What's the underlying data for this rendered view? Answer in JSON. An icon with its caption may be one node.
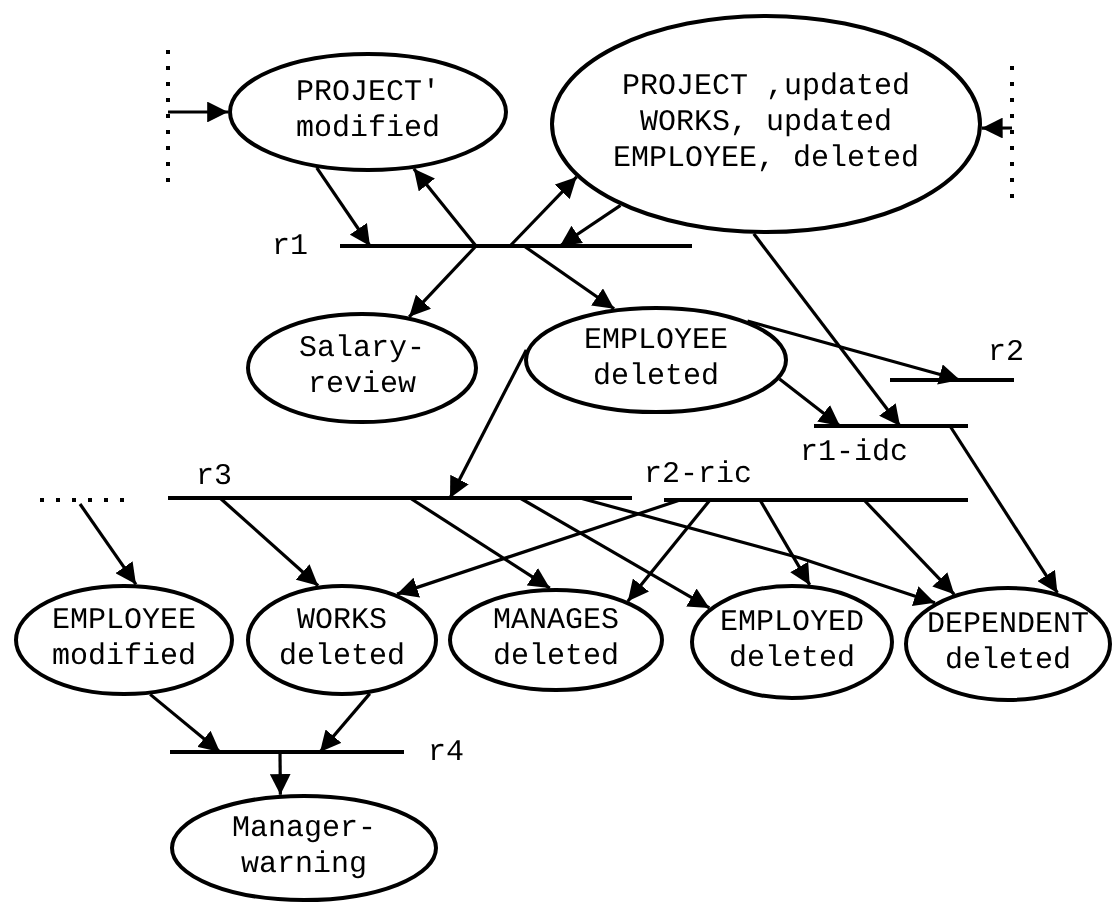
{
  "diagram": {
    "nodes": [
      {
        "text": [
          "PROJECT' modified"
        ]
      },
      {
        "text": [
          "PROJECT ,updated",
          "WORKS, updated",
          "EMPLOYEE, deleted"
        ]
      },
      {
        "text": [],
        "shape": "bar",
        "beside": [
          "r1"
        ]
      },
      {
        "text": [
          "Salary-review"
        ]
      },
      {
        "text": [
          "EMPLOYEE deleted"
        ]
      },
      {
        "text": [],
        "shape": "bar",
        "beside": [
          "r2"
        ]
      },
      {
        "text": [],
        "shape": "bar",
        "beside": [
          "r1-idc"
        ]
      },
      {
        "text": [],
        "shape": "bar",
        "beside": [
          "r3"
        ]
      },
      {
        "text": [],
        "shape": "bar",
        "beside": [
          "r2-ric"
        ]
      },
      {
        "text": [
          "EMPLOYEE modified"
        ]
      },
      {
        "text": [
          "WORKS deleted"
        ]
      },
      {
        "text": [
          "MANAGES deleted"
        ]
      },
      {
        "text": [
          "EMPLOYED deleted"
        ]
      },
      {
        "text": [
          "DEPENDENT deleted"
        ]
      },
      {
        "text": [],
        "shape": "bar",
        "beside": [
          "r4"
        ]
      },
      {
        "text": [
          "Manager-warning"
        ]
      }
    ],
    "edges": [
      {
        "from": null,
        "to": 0,
        "arrow": "to"
      },
      {
        "from": null,
        "to": 1,
        "arrow": "to"
      },
      {
        "from": 0,
        "to": 2,
        "arrow": "to"
      },
      {
        "from": 2,
        "to": 0,
        "arrow": "to"
      },
      {
        "from": 2,
        "to": 1,
        "arrow": "to"
      },
      {
        "from": 1,
        "to": 2,
        "arrow": "to"
      },
      {
        "from": 2,
        "to": 3,
        "arrow": "to"
      },
      {
        "from": 2,
        "to": 4,
        "arrow": "to"
      },
      {
        "from": 1,
        "to": 6,
        "arrow": "to"
      },
      {
        "from": 4,
        "to": 5,
        "arrow": "to"
      },
      {
        "from": 4,
        "to": 6,
        "arrow": "to"
      },
      {
        "from": 4,
        "to": 7,
        "arrow": "to"
      },
      {
        "from": 6,
        "to": 13,
        "arrow": "to"
      },
      {
        "from": null,
        "to": 9,
        "arrow": "to"
      },
      {
        "from": 7,
        "to": 10,
        "arrow": "to"
      },
      {
        "from": 7,
        "to": 11,
        "arrow": "to"
      },
      {
        "from": 7,
        "to": 12,
        "arrow": "to"
      },
      {
        "from": 7,
        "to": 13,
        "arrow": "to"
      },
      {
        "from": 8,
        "to": 10,
        "arrow": "to"
      },
      {
        "from": 8,
        "to": 11,
        "arrow": "to"
      },
      {
        "from": 8,
        "to": 12,
        "arrow": "to"
      },
      {
        "from": 8,
        "to": 13,
        "arrow": "to"
      },
      {
        "from": 9,
        "to": 14,
        "arrow": "to"
      },
      {
        "from": 10,
        "to": 14,
        "arrow": "to"
      },
      {
        "from": 14,
        "to": 15,
        "arrow": "to"
      }
    ]
  }
}
